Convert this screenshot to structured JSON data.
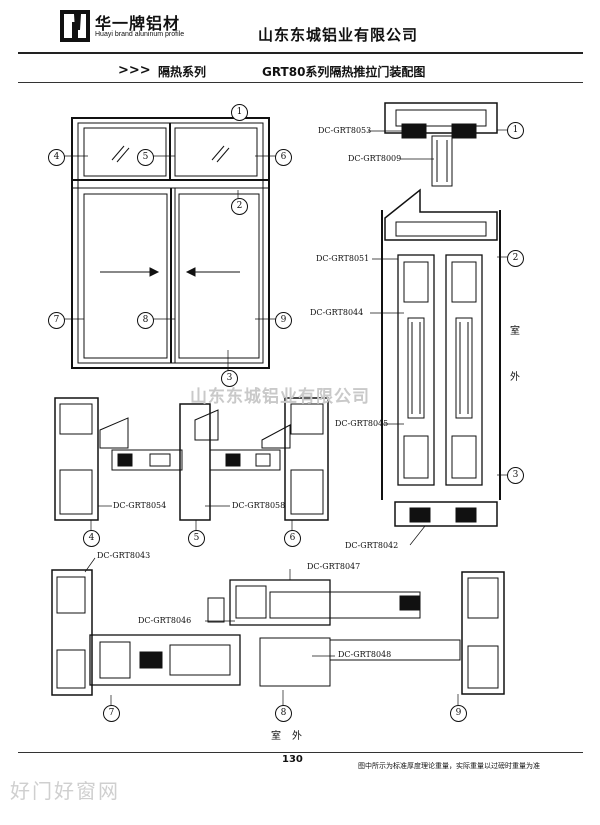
{
  "header": {
    "brand_name": "华一牌铝材",
    "brand_en": "Huayi brand aluninum profile",
    "company": "山东东城铝业有限公司",
    "arrows": ">>>",
    "series": "隔热系列",
    "drawing_title": "GRT80系列隔热推拉门装配图"
  },
  "callouts": [
    "1",
    "2",
    "3",
    "4",
    "5",
    "6",
    "7",
    "8",
    "9"
  ],
  "part_labels": {
    "p8053": "DC-GRT8053",
    "p8009": "DC-GRT8009",
    "p8051": "DC-GRT8051",
    "p8044": "DC-GRT8044",
    "p8045": "DC-GRT8045",
    "p8042": "DC-GRT8042",
    "p8054": "DC-GRT8054",
    "p8058": "DC-GRT8058",
    "p8043": "DC-GRT8043",
    "p8047": "DC-GRT8047",
    "p8046": "DC-GRT8046",
    "p8048": "DC-GRT8048"
  },
  "side_text": {
    "indoor_char1": "室",
    "indoor_char2": "外",
    "bottom_left": "室",
    "bottom_right": "外"
  },
  "watermark": "山东东城铝业有限公司",
  "footer": {
    "page_number": "130",
    "note": "图中所示为标准厚度理论重量，实际重量以过磅时重量为准"
  },
  "site_mark": "好门好窗网"
}
